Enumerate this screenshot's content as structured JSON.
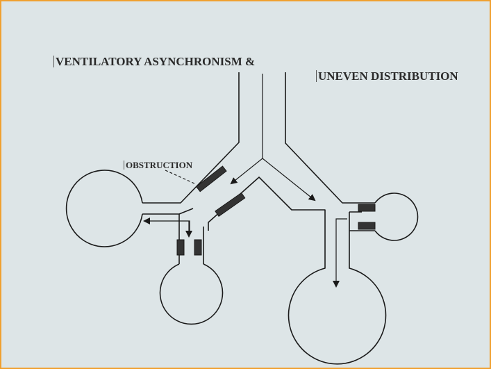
{
  "labels": {
    "title_left": "VENTILATORY ASYNCHRONISM &",
    "title_right": "UNEVEN DISTRIBUTION",
    "obstruction": "OBSTRUCTION"
  },
  "colors": {
    "line": "#1a1a1a",
    "obstruction_block": "#333333",
    "background": "#dde5e7",
    "frame": "#f0a030"
  }
}
